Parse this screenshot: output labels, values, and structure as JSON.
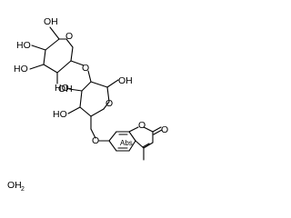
{
  "labels": {
    "oh_top_sugar_ch2": "OH",
    "o_ring_top": "O",
    "ho_top_left": "HO",
    "ho_top_lower": "HO",
    "oh_top_anomeric": "OH",
    "o_glycosidic": "O",
    "ho_mid_upper": "HO",
    "oh_mid_ch2": "OH",
    "ho_mid_lower": "HO",
    "o_ring_mid": "O",
    "o_aryl": "O",
    "o_lactone": "O",
    "o_carbonyl": "O",
    "abs_mark": "Abs",
    "water_prefix": "OH",
    "water_sub": "2"
  },
  "text": {
    "water_formula": "OH₂"
  }
}
